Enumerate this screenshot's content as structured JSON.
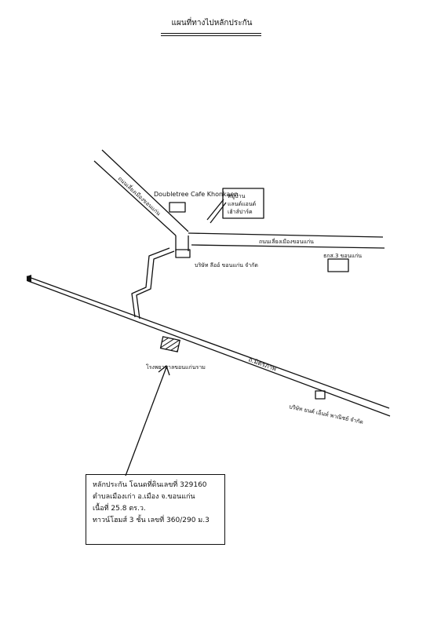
{
  "title": "แผนที่ทางไปหลักประกัน",
  "roads": {
    "diagonal_road": "ถนนเลี่ยงเมืองขอนแก่น",
    "east_road": "ถนนเลี่ยงเมืองขอนแก่น",
    "main_road": "ถ.มิตรภาพ"
  },
  "places": {
    "cafe": "Doubletree Cafe Khonkaen",
    "village": "หมู่บ้าน\nแลนด์แอนด์\nเฮ้าส์ปาร์ค",
    "factory": "บริษัท ลีออ์ ขอนแก่น จำกัด",
    "bank": "ธกส.3 ขอนแก่น",
    "hospital": "โรงพยาบาลขอนแก่นราม",
    "company_bottom": "บริษัท ยนต์ เอ็นท์ พาณิชย์ จำกัด"
  },
  "note": {
    "line1": "หลักประกัน โฉนดที่ดินเลขที่ 329160",
    "line2": "ตำบลเมืองเก่า อ.เมือง จ.ขอนแก่น",
    "line3": "เนื้อที่ 25.8 ตร.ว.",
    "line4": "ทาวน์โฮมส์ 3 ชั้น เลขที่ 360/290 ม.3"
  },
  "colors": {
    "ink": "#111111",
    "paper": "#ffffff"
  }
}
